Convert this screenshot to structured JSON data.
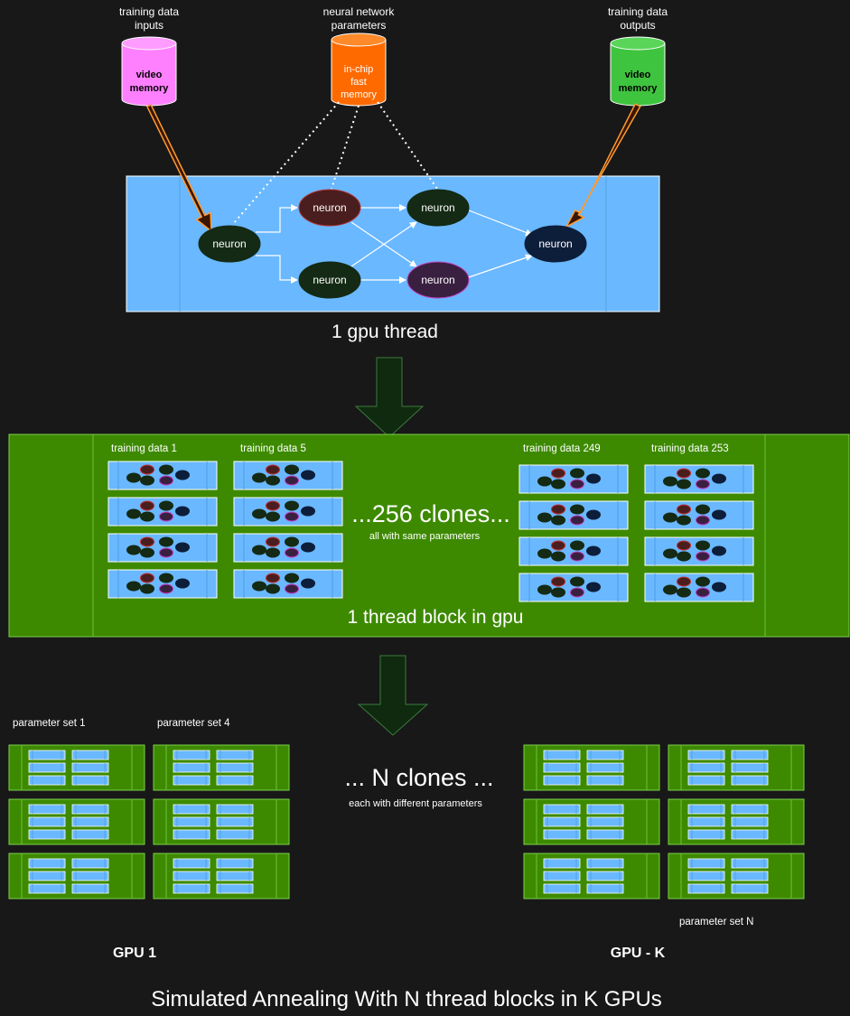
{
  "top": {
    "input_caption": [
      "training data",
      "inputs"
    ],
    "params_caption": [
      "neural network",
      "parameters"
    ],
    "output_caption": [
      "training data",
      "outputs"
    ],
    "input_db": [
      "video",
      "memory"
    ],
    "params_db": [
      "in-chip",
      "fast",
      "memory"
    ],
    "output_db": [
      "video",
      "memory"
    ],
    "neuron_label": "neuron",
    "thread_caption": "1 gpu thread"
  },
  "block": {
    "labels": [
      "training data 1",
      "training data 5",
      "training data 249",
      "training data 253"
    ],
    "clones_text": "...256 clones...",
    "clones_sub": "all with same parameters",
    "caption": "1 thread block in gpu"
  },
  "gpus": {
    "param_label_1": "parameter set 1",
    "param_label_4": "parameter set 4",
    "param_label_n": "parameter set N",
    "clones_text": "... N clones ...",
    "clones_sub": "each with different parameters",
    "gpu1": "GPU 1",
    "gpuk": "GPU - K"
  },
  "footer": {
    "title": "Simulated Annealing With N thread blocks in K GPUs"
  },
  "colors": {
    "background": "#181818",
    "thread_fill": "#6ab8ff",
    "block_fill": "#3d8a00",
    "neuron_dark_green": "#142a14",
    "neuron_dark_red": "#4a1e1e",
    "neuron_purple": "#3a2040",
    "neuron_navy": "#0d1e3a",
    "db_pink": "#ff80ff",
    "db_orange": "#ff6a00",
    "db_green": "#3fc43f",
    "flow_arrow": "#0f2a0f"
  }
}
